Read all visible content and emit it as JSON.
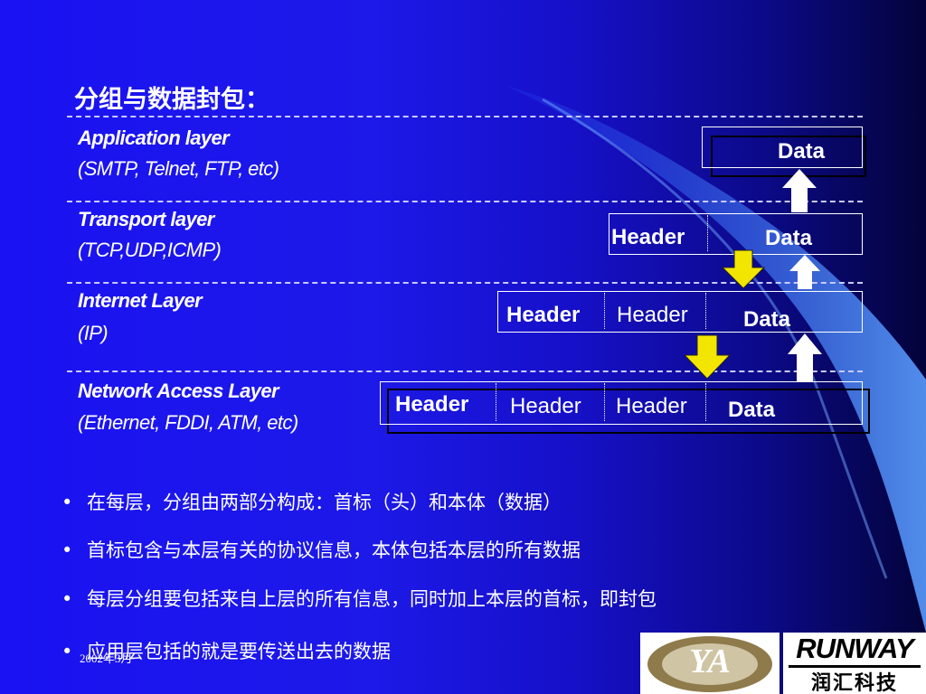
{
  "title": "分组与数据封包：",
  "layers": [
    {
      "name": "Application  layer",
      "protocols": "(SMTP, Telnet, FTP, etc)"
    },
    {
      "name": "Transport layer",
      "protocols": "(TCP,UDP,ICMP)"
    },
    {
      "name": "Internet  Layer",
      "protocols": "(IP)"
    },
    {
      "name": "Network Access Layer",
      "protocols": "(Ethernet, FDDI, ATM, etc)"
    }
  ],
  "packets": {
    "application": {
      "data": "Data"
    },
    "transport": {
      "header": "Header",
      "data": "Data"
    },
    "internet": {
      "header_new": "Header",
      "header_prev": "Header",
      "data": "Data"
    },
    "network": {
      "header_new": "Header",
      "header_prev2": "Header",
      "header_prev1": "Header",
      "data": "Data"
    }
  },
  "bullets": [
    "在每层，分组由两部分构成：首标（头）和本体（数据）",
    "首标包含与本层有关的协议信息，本体包括本层的所有数据",
    "每层分组要包括来自上层的所有信息，同时加上本层的首标，即封包",
    "应用层包括的就是要传送出去的数据"
  ],
  "bullet_symbol": "•",
  "footer": {
    "date": "2002年3月"
  },
  "logos": {
    "left_monogram": "YA",
    "right_name_en": "RUNWAY",
    "right_name_cn": "润汇科技"
  },
  "colors": {
    "background_start": "#1a12f2",
    "background_end": "#03033a",
    "down_arrow": "#f2e600",
    "up_arrow": "#ffffff",
    "text": "#ffffff"
  },
  "icons": {
    "down": "yellow-down-arrow-icon",
    "up": "white-up-arrow-icon"
  }
}
